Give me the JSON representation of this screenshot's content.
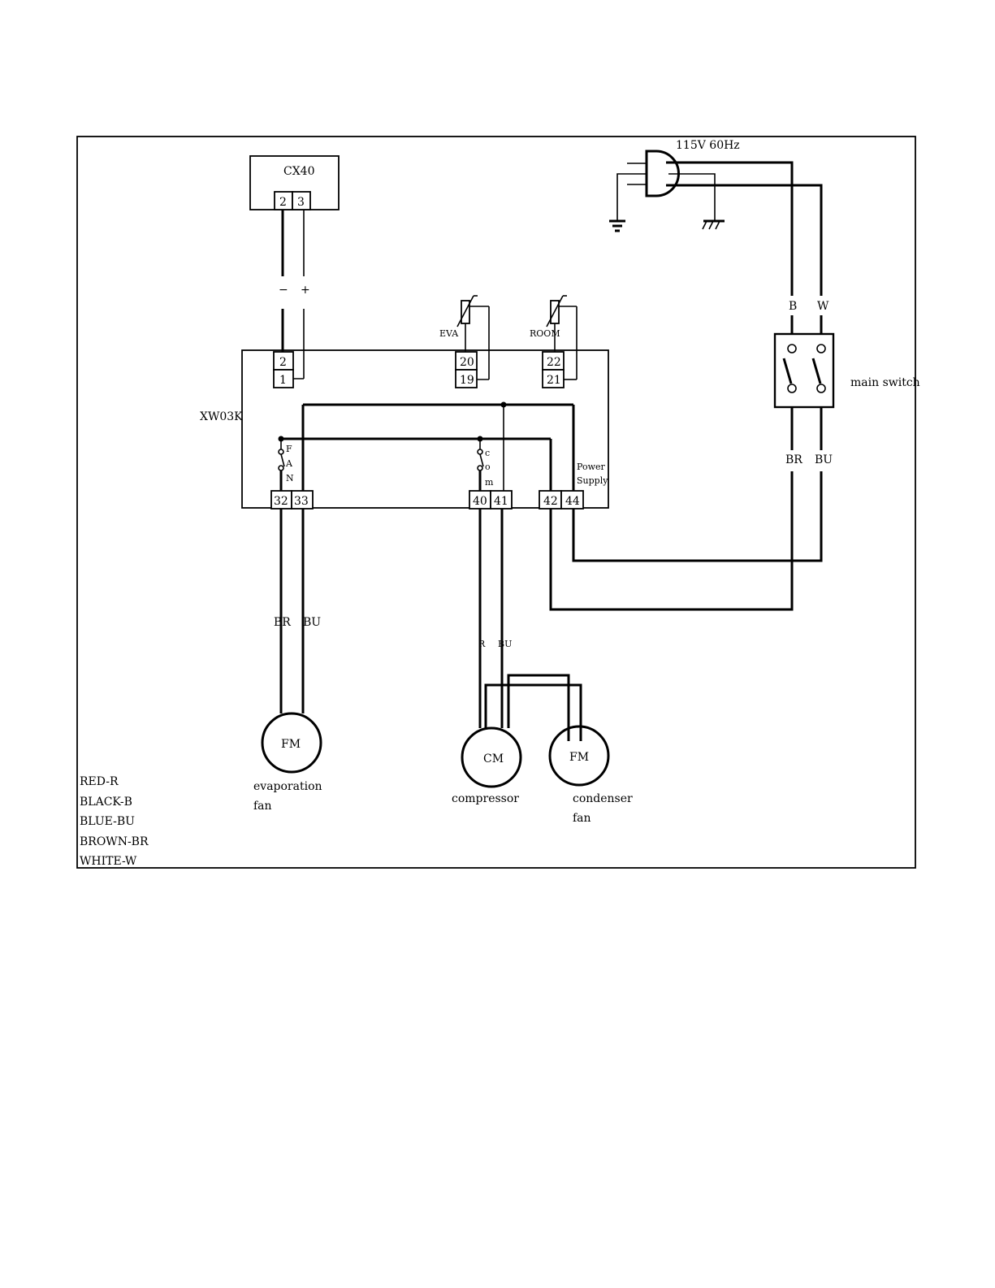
{
  "supply": {
    "label": "115V 60Hz"
  },
  "cx40": {
    "label": "CX40",
    "terminals": [
      "2",
      "3"
    ],
    "polarity": [
      "−",
      "+"
    ]
  },
  "controller": {
    "label": "XW03K",
    "terminals": {
      "t2": "2",
      "t1": "1",
      "t20": "20",
      "t19": "19",
      "t22": "22",
      "t21": "21",
      "t32": "32",
      "t33": "33",
      "t40": "40",
      "t41": "41",
      "t42": "42",
      "t44": "44"
    },
    "fan_relay_letters": [
      "F",
      "A",
      "N"
    ],
    "comp_relay_letters": [
      "c",
      "o",
      "m"
    ],
    "power_supply": [
      "Power",
      "Supply"
    ]
  },
  "probes": {
    "eva": "EVA",
    "room": "ROOM"
  },
  "main_switch": {
    "label": "main switch",
    "top_wires": [
      "B",
      "W"
    ],
    "bottom_wires": [
      "BR",
      "BU"
    ]
  },
  "evap_fan": {
    "symbol": "FM",
    "label_line1": "evaporation",
    "label_line2": "fan",
    "wires": [
      "BR",
      "BU"
    ]
  },
  "compressor": {
    "symbol": "CM",
    "label": "compressor",
    "wires": [
      "R",
      "BU"
    ]
  },
  "cond_fan": {
    "symbol": "FM",
    "label_line1": "condenser",
    "label_line2": "fan"
  },
  "legend": [
    "RED-R",
    "BLACK-B",
    "BLUE-BU",
    "BROWN-BR",
    "WHITE-W"
  ]
}
